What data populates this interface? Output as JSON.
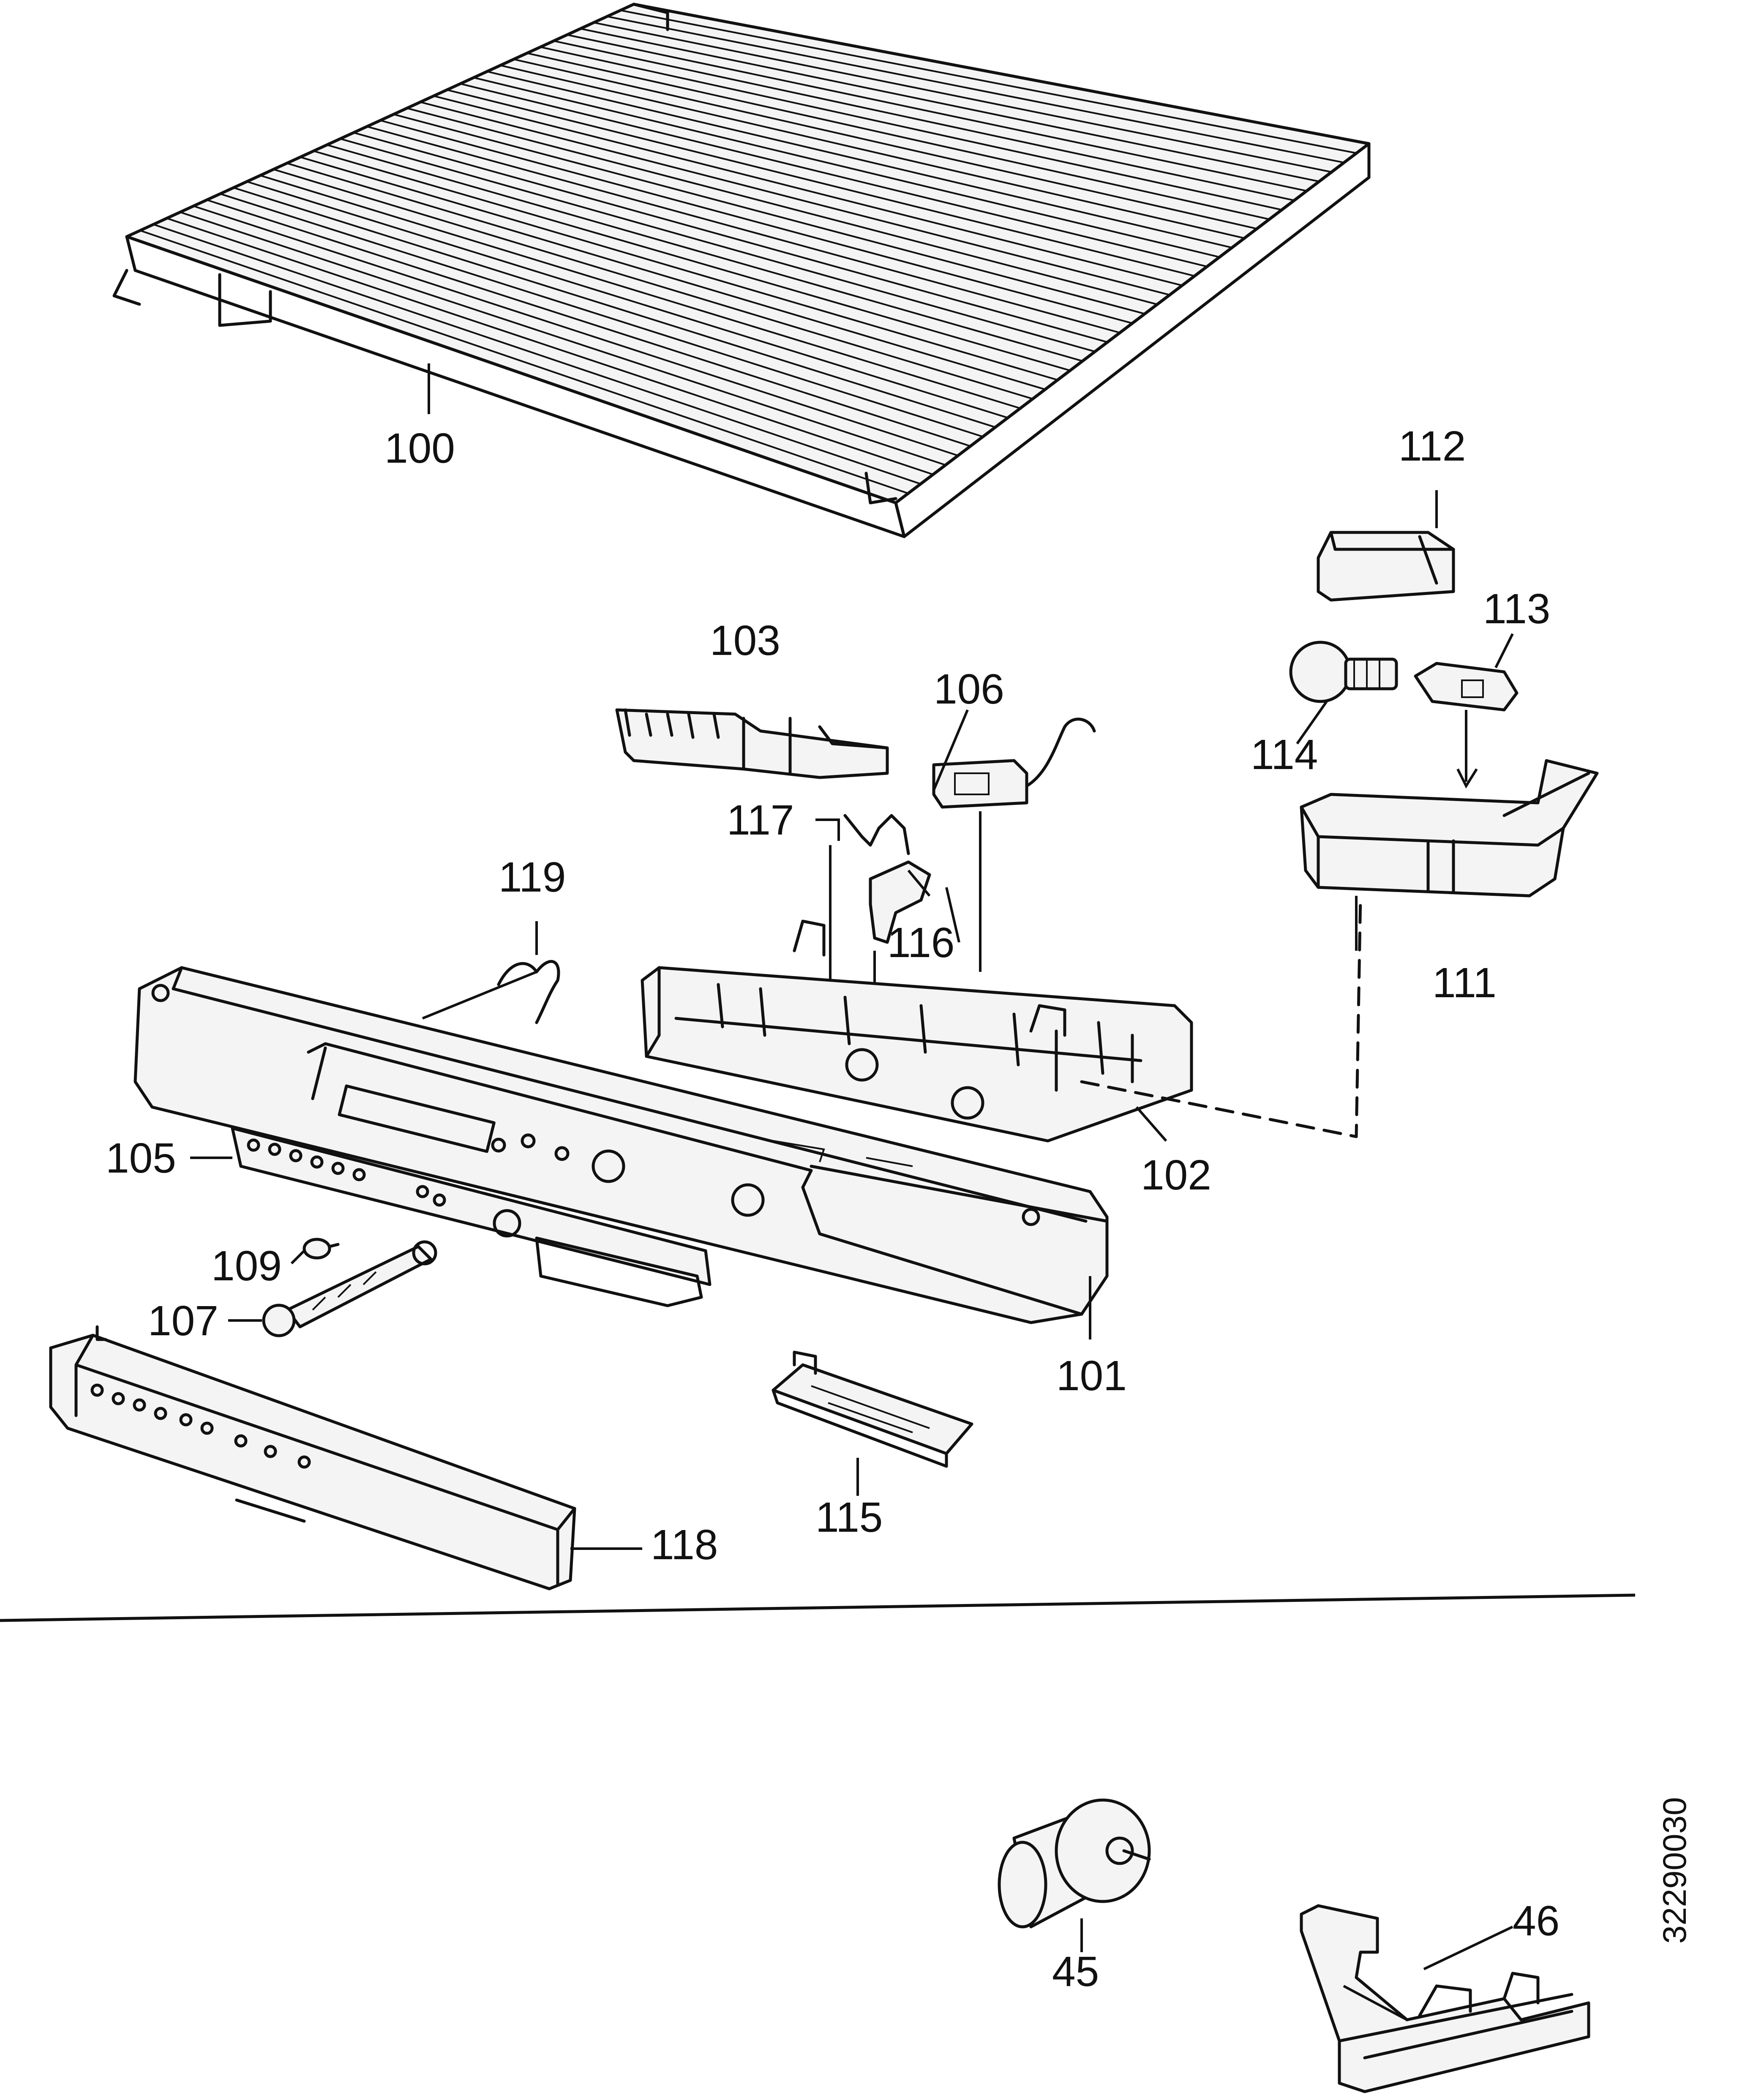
{
  "diagram": {
    "colors": {
      "ink": "#111111",
      "paper": "#ffffff"
    },
    "labels": {
      "p100": "100",
      "p101": "101",
      "p102": "102",
      "p103": "103",
      "p105": "105",
      "p106": "106",
      "p107": "107",
      "p109": "109",
      "p111": "111",
      "p112": "112",
      "p113": "113",
      "p114": "114",
      "p115": "115",
      "p116": "116",
      "p117": "117",
      "p118": "118",
      "p119": "119",
      "p45": "45",
      "p46": "46"
    },
    "drawing_code": "32290030"
  }
}
